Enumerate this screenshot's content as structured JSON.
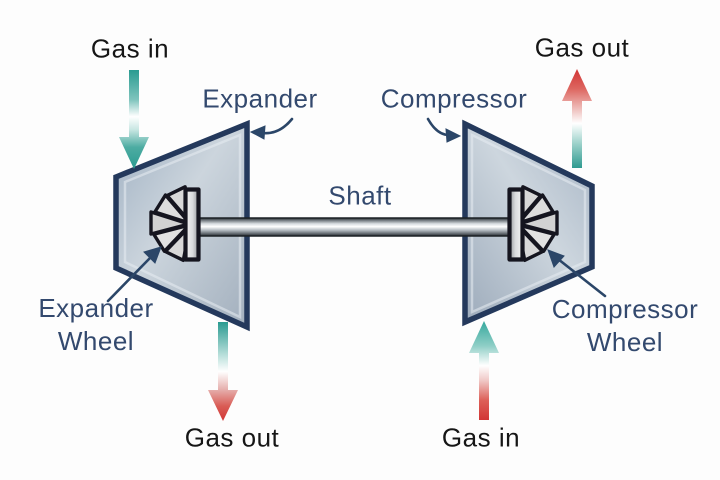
{
  "labels": {
    "expander": "Expander",
    "compressor": "Compressor",
    "shaft": "Shaft",
    "expander_wheel": {
      "line1": "Expander",
      "line2": "Wheel"
    },
    "compressor_wheel": {
      "line1": "Compressor",
      "line2": "Wheel"
    }
  },
  "flows": {
    "expander_inlet": "Gas in",
    "expander_outlet": "Gas out",
    "compressor_inlet": "Gas in",
    "compressor_outlet": "Gas out"
  },
  "colors": {
    "cool_gas_teal": "#2a9b91",
    "hot_gas_red": "#d23535",
    "part_label_navy": "#33496e",
    "flow_label_black": "#161616",
    "housing_outline_navy": "#24395c",
    "housing_fill_light": "#ccd5dd",
    "housing_fill_dark": "#93a4b8",
    "metal_outline": "#15151f"
  }
}
